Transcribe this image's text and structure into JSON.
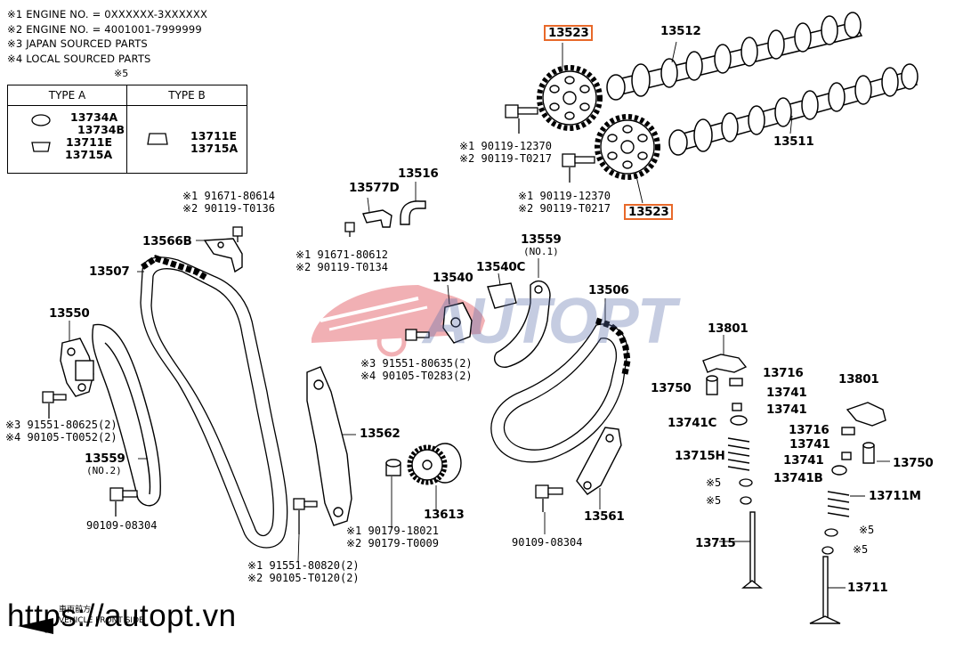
{
  "notes": [
    "※1  ENGINE NO. = 0XXXXXX-3XXXXXX",
    "※2  ENGINE NO. = 4001001-7999999",
    "※3 JAPAN SOURCED PARTS",
    "※4 LOCAL SOURCED PARTS"
  ],
  "table": {
    "note_mark": "※5",
    "type_a": "TYPE A",
    "type_b": "TYPE B",
    "a_row1": "13734A",
    "a_row2": "13734B",
    "a_row3": "13711E",
    "a_row4": "13715A",
    "b_row1": "13711E",
    "b_row2": "13715A"
  },
  "watermark_text": "AUTOPT",
  "website": "https://autopt.vn",
  "front_label": {
    "line1": "車両前方",
    "line2": "VEHICLE FRONT SIDE"
  },
  "labels": {
    "p13523_top": "13523",
    "p13512": "13512",
    "p13511": "13511",
    "p13523_bottom": "13523",
    "bolt1_a": "※1  90119-12370",
    "bolt1_b": "※2  90119-T0217",
    "bolt2_a": "※1  90119-12370",
    "bolt2_b": "※2  90119-T0217",
    "p13577D": "13577D",
    "p13516": "13516",
    "b91671_a": "※1  91671-80614",
    "b91671_b": "※2  90119-T0136",
    "p13566B": "13566B",
    "b91671_c": "※1  91671-80612",
    "b91671_d": "※2  90119-T0134",
    "p13507": "13507",
    "p13550": "13550",
    "p13540": "13540",
    "p13540C": "13540C",
    "p13559_1": "13559",
    "p13559_1_sub": "(NO.1)",
    "p13506": "13506",
    "b91551_a": "※3 91551-80635(2)",
    "b91551_b": "※4 90105-T0283(2)",
    "p13801_a": "13801",
    "p13716_a": "13716",
    "p13750_a": "13750",
    "p13741_a": "13741",
    "p13741_b": "13741",
    "p13741C": "13741C",
    "p13801_b": "13801",
    "p13716_b": "13716",
    "p13741_c": "13741",
    "p13741_d": "13741",
    "p13750_b": "13750",
    "p13715H": "13715H",
    "p13741B": "13741B",
    "p13711M": "13711M",
    "s5_1": "※5",
    "s5_2": "※5",
    "s5_3": "※5",
    "s5_4": "※5",
    "p13715": "13715",
    "p13711": "13711",
    "p13562": "13562",
    "b91551_c": "※3 91551-80625(2)",
    "b91551_d": "※4 90105-T0052(2)",
    "p13559_2": "13559",
    "p13559_2_sub": "(NO.2)",
    "b90109_a": "90109-08304",
    "p13613": "13613",
    "b90179_a": "※1  90179-18021",
    "b90179_b": "※2  90179-T0009",
    "p13561": "13561",
    "b90109_b": "90109-08304",
    "b91551_e": "※1  91551-80820(2)",
    "b91551_f": "※2  90105-T0120(2)"
  },
  "colors": {
    "highlight": "#e8692a",
    "line": "#000000",
    "logo_red": "#d9202a",
    "logo_blue": "#3a5aa8"
  }
}
